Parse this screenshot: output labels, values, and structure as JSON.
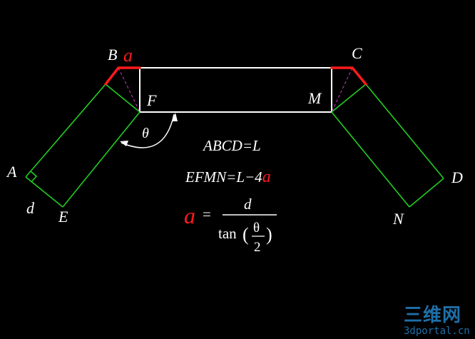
{
  "labels": {
    "B": "B",
    "a_top": "a",
    "C": "C",
    "F": "F",
    "M": "M",
    "theta": "θ",
    "A": "A",
    "d": "d",
    "E": "E",
    "D": "D",
    "N": "N"
  },
  "formulas": {
    "line1": "ABCD=L",
    "line2_prefix": "EFMN=L−4",
    "line2_a": "a",
    "fraction_a": "a",
    "fraction_eq": "=",
    "numerator": "d",
    "tan": "tan",
    "lparen": "(",
    "theta": "θ",
    "two": "2",
    "rparen": ")"
  },
  "watermark": {
    "brand": "三维网",
    "url": "3dportal.cn"
  },
  "colors": {
    "background": "#000000",
    "outline": "#ffffff",
    "arm": "#22cc22",
    "highlight": "#ff1a1a",
    "dash": "#cc33cc",
    "watermark": "#1e6fa8"
  }
}
